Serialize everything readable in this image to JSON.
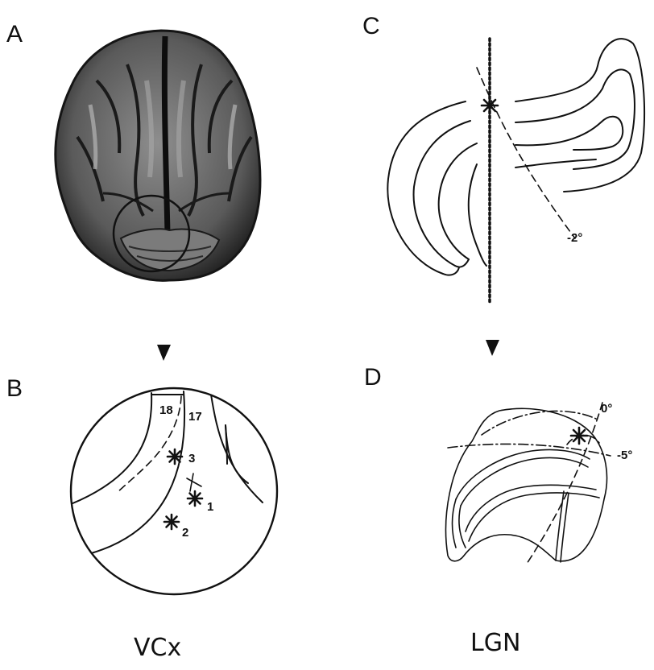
{
  "panels": {
    "a": "A",
    "b": "B",
    "c": "C",
    "d": "D"
  },
  "areas": {
    "area_18": "18",
    "area_17": "17"
  },
  "sites": [
    "3",
    "1",
    "2"
  ],
  "angles": {
    "c_angle": "-2°",
    "d_angle_top": "0°",
    "d_angle_side": "-5°"
  },
  "captions": {
    "left": "VCx",
    "right": "LGN"
  }
}
